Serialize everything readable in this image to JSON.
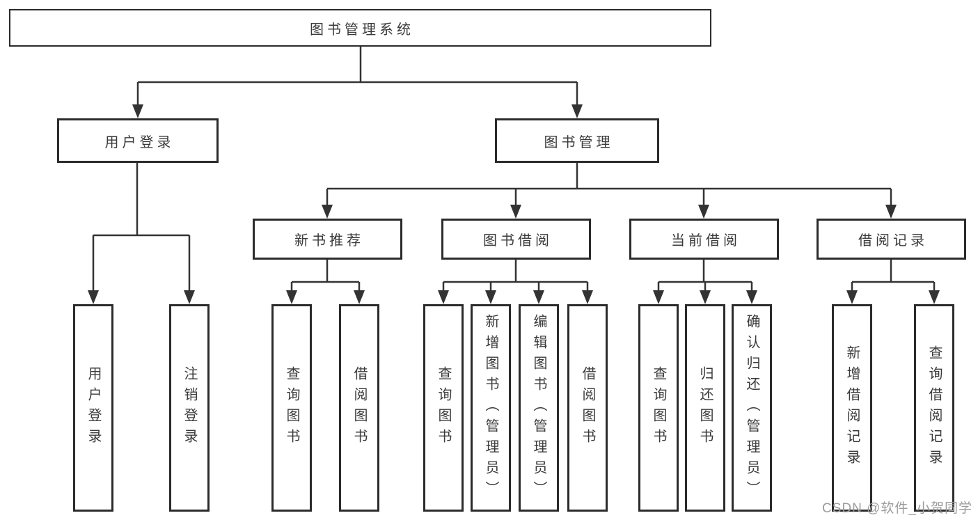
{
  "diagram": {
    "tree": {
      "label": "图书管理系统",
      "children": [
        {
          "label": "用户登录",
          "children": [
            {
              "label": "用户登录"
            },
            {
              "label": "注销登录"
            }
          ]
        },
        {
          "label": "图书管理",
          "children": [
            {
              "label": "新书推荐",
              "children": [
                {
                  "label": "查询图书"
                },
                {
                  "label": "借阅图书"
                }
              ]
            },
            {
              "label": "图书借阅",
              "children": [
                {
                  "label": "查询图书"
                },
                {
                  "label": "新增图书（管理员）"
                },
                {
                  "label": "编辑图书（管理员）"
                },
                {
                  "label": "借阅图书"
                }
              ]
            },
            {
              "label": "当前借阅",
              "children": [
                {
                  "label": "查询图书"
                },
                {
                  "label": "归还图书"
                },
                {
                  "label": "确认归还（管理员）"
                }
              ]
            },
            {
              "label": "借阅记录",
              "children": [
                {
                  "label": "新增借阅记录"
                },
                {
                  "label": "查询借阅记录"
                }
              ]
            }
          ]
        }
      ]
    },
    "colors": {
      "line": "#333333",
      "box_border": "#2b2b2b",
      "text": "#3a3a3a",
      "watermark": "#9c9c9c",
      "background": "#ffffff"
    }
  },
  "watermark": "CSDN @软件_小贺同学"
}
